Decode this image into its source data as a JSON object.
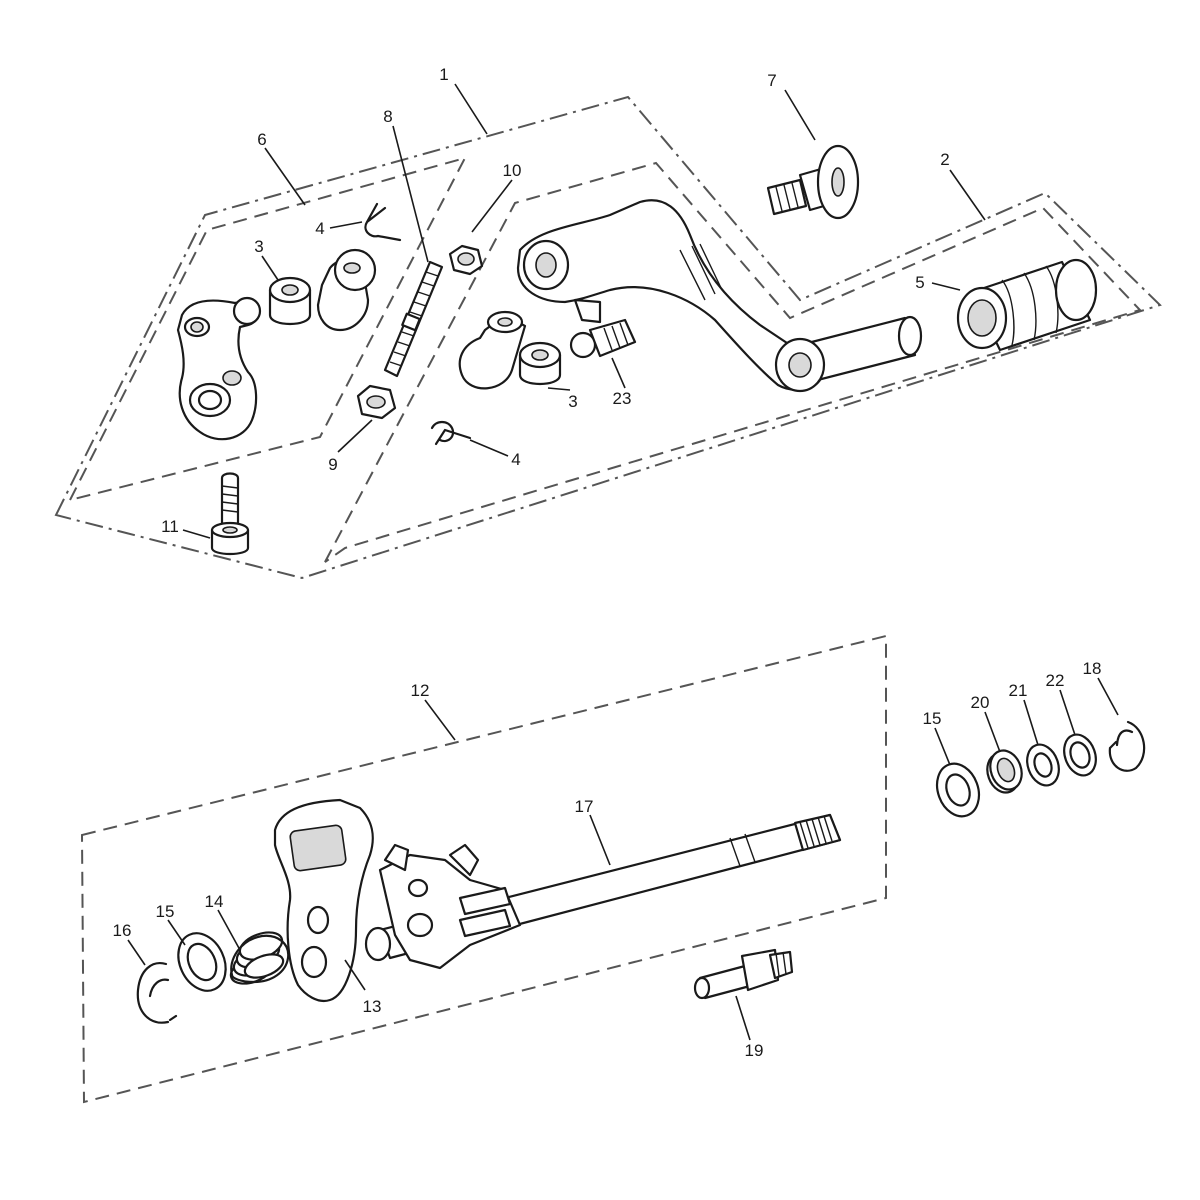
{
  "diagram": {
    "callouts": {
      "c1": "1",
      "c2": "2",
      "c3a": "3",
      "c3b": "3",
      "c4a": "4",
      "c4b": "4",
      "c5": "5",
      "c6": "6",
      "c7": "7",
      "c8": "8",
      "c9": "9",
      "c10": "10",
      "c11": "11",
      "c12": "12",
      "c13": "13",
      "c14": "14",
      "c15a": "15",
      "c15b": "15",
      "c16": "16",
      "c17": "17",
      "c18": "18",
      "c19": "19",
      "c20": "20",
      "c21": "21",
      "c22": "22",
      "c23": "23"
    }
  }
}
